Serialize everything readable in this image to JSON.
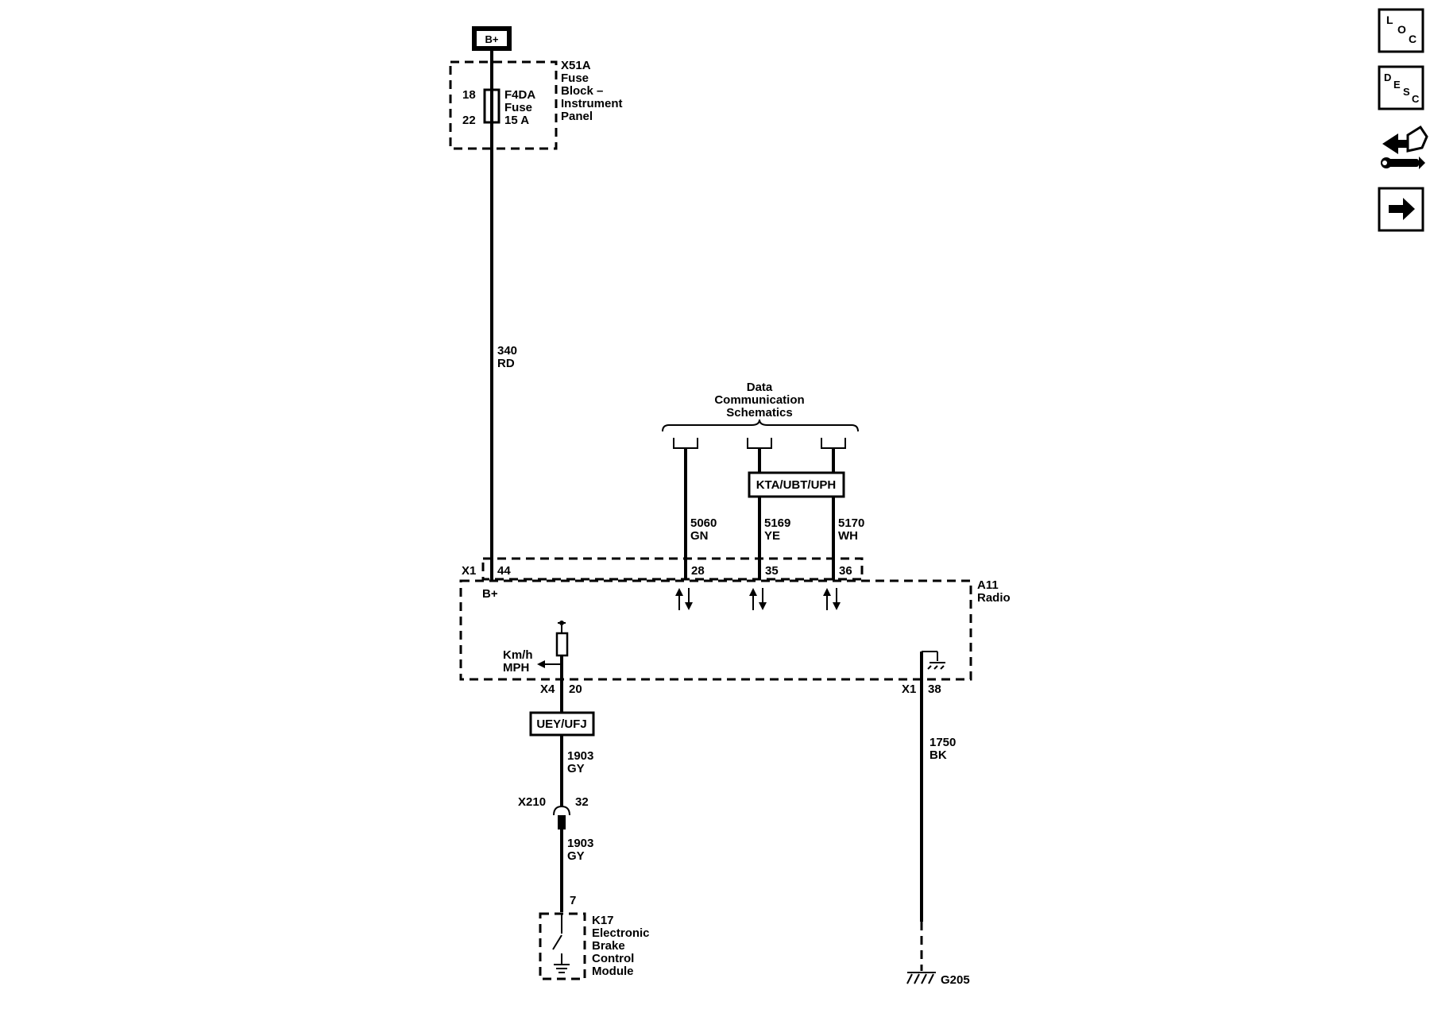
{
  "power": {
    "source": "B+"
  },
  "fuse_block": {
    "name_lines": [
      "X51A",
      "Fuse",
      "Block –",
      "Instrument",
      "Panel"
    ],
    "pin_in": "18",
    "pin_out": "22",
    "fuse_lines": [
      "F4DA",
      "Fuse",
      "15 A"
    ]
  },
  "wires": {
    "w340": {
      "circuit": "340",
      "color": "RD"
    },
    "w5060": {
      "circuit": "5060",
      "color": "GN"
    },
    "w5169": {
      "circuit": "5169",
      "color": "YE"
    },
    "w5170": {
      "circuit": "5170",
      "color": "WH"
    },
    "w1903_upper": {
      "circuit": "1903",
      "color": "GY"
    },
    "w1903_lower": {
      "circuit": "1903",
      "color": "GY"
    },
    "w1750": {
      "circuit": "1750",
      "color": "BK"
    }
  },
  "data_comm": {
    "label_lines": [
      "Data",
      "Communication",
      "Schematics"
    ],
    "option_box": "KTA/UBT/UPH"
  },
  "radio": {
    "name_lines": [
      "A11",
      "Radio"
    ],
    "connector_x1": "X1",
    "pins": {
      "bplus": "44",
      "gn": "28",
      "ye": "35",
      "wh": "36"
    },
    "bplus_label": "B+",
    "speed_lines": [
      "Km/h",
      "MPH"
    ],
    "x4_connector": "X4",
    "x4_pin": "20",
    "ground_connector": "X1",
    "ground_pin": "38"
  },
  "speed_option_box": "UEY/UFJ",
  "inline_connector": {
    "name": "X210",
    "pin": "32"
  },
  "ebcm": {
    "pin": "7",
    "name_lines": [
      "K17",
      "Electronic",
      "Brake",
      "Control",
      "Module"
    ]
  },
  "ground": {
    "name": "G205"
  },
  "nav": {
    "loc": [
      "L",
      "O",
      "C"
    ],
    "desc": [
      "D",
      "E",
      "S",
      "C"
    ]
  }
}
